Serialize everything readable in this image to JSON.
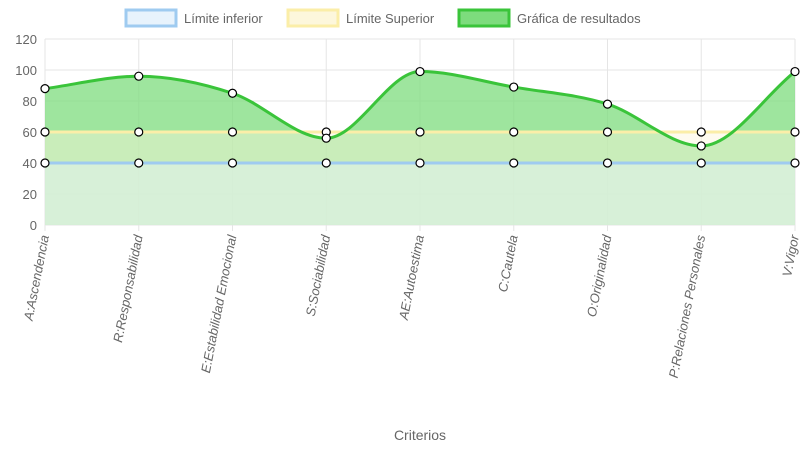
{
  "chart_data": {
    "type": "line",
    "categories": [
      "A:Ascendencia",
      "R:Responsabilidad",
      "E:Estabilidad Emocional",
      "S:Sociabilidad",
      "AE:Autoestima",
      "C:Cautela",
      "O:Originalidad",
      "P:Relaciones Personales",
      "V:Vigor"
    ],
    "series": [
      {
        "name": "Límite inferior",
        "values": [
          40,
          40,
          40,
          40,
          40,
          40,
          40,
          40,
          40
        ],
        "line_color": "#9fcbf0",
        "fill_color": "#e8f3fc"
      },
      {
        "name": "Límite Superior",
        "values": [
          60,
          60,
          60,
          60,
          60,
          60,
          60,
          60,
          60
        ],
        "line_color": "#fbeea8",
        "fill_color": "#fdf7dc"
      },
      {
        "name": "Gráfica de resultados",
        "values": [
          88,
          96,
          85,
          56,
          99,
          89,
          78,
          51,
          99
        ],
        "line_color": "#3ac43a",
        "fill_color": "#7ddc7d"
      }
    ],
    "xlabel": "Criterios",
    "ylabel": "",
    "ylim": [
      0,
      120
    ],
    "yticks": [
      0,
      20,
      40,
      60,
      80,
      100,
      120
    ],
    "grid": true,
    "legend_position": "top"
  }
}
